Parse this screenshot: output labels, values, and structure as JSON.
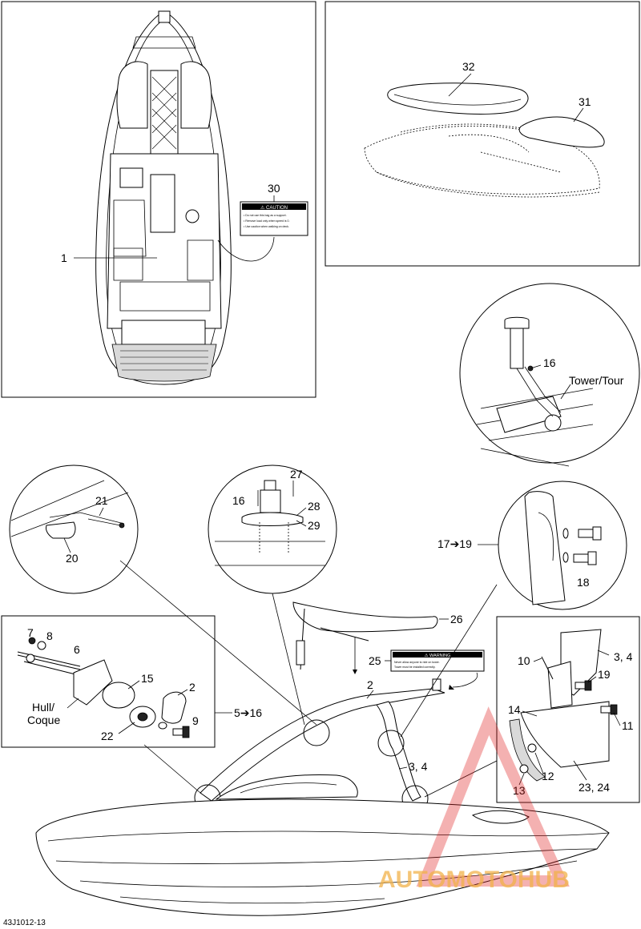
{
  "diagram_code": "43J1012-13",
  "watermark": {
    "text": "AUTOMOTOHUB",
    "color_main": "#f2b24a",
    "color_accent": "#e02020"
  },
  "labels": {
    "l1": "1",
    "l30": "30",
    "l32": "32",
    "l31": "31",
    "l16a": "16",
    "tower": "Tower/Tour",
    "l27": "27",
    "l16b": "16",
    "l28": "28",
    "l29": "29",
    "l21": "21",
    "l20": "20",
    "l17_19": "17➔19",
    "l18": "18",
    "l26": "26",
    "l25": "25",
    "l2a": "2",
    "l7": "7",
    "l8": "8",
    "l6": "6",
    "l15": "15",
    "l2b": "2",
    "hull": "Hull/",
    "coque": "Coque",
    "l22": "22",
    "l9": "9",
    "l5_16": "5➔16",
    "l3_4a": "3, 4",
    "l10": "10",
    "l3_4b": "3, 4",
    "l19": "19",
    "l14": "14",
    "l11": "11",
    "l12": "12",
    "l13": "13",
    "l23_24": "23, 24"
  },
  "caution_label": {
    "title": "⚠ CAUTION",
    "lines": [
      "• Do not use this bag as a support.",
      "• Remove load only when speed is 0.",
      "• Use caution when walking on deck."
    ]
  },
  "warning_label": {
    "title": "⚠ WARNING",
    "lines": [
      "Never allow anyone to ride on tower.",
      "Tower must be installed correctly."
    ]
  }
}
